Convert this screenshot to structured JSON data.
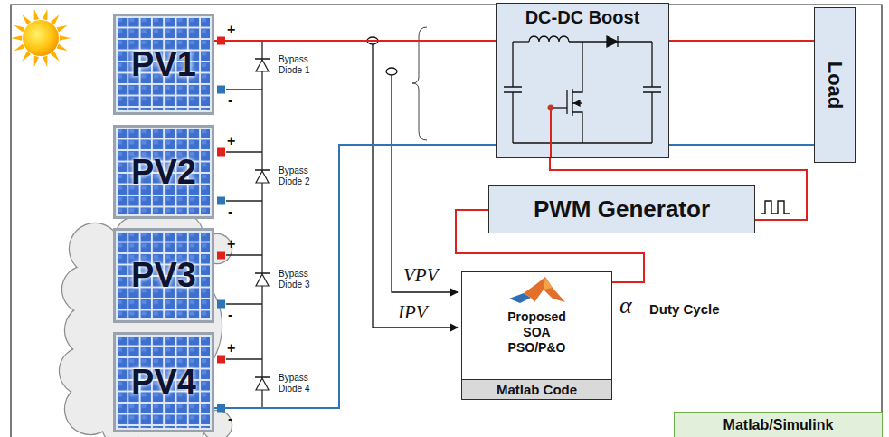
{
  "diagram": {
    "nodes": [
      {
        "text": [
          "PV1"
        ]
      },
      {
        "text": [
          "PV2"
        ]
      },
      {
        "text": [
          "PV3"
        ]
      },
      {
        "text": [
          "PV4"
        ]
      },
      {
        "text": [
          "DC-DC Boost"
        ]
      },
      {
        "text": [
          "Load"
        ]
      },
      {
        "text": [
          "PWM Generator"
        ]
      },
      {
        "text": [
          "Proposed SOA PSO/P&O",
          "Matlab Code"
        ]
      },
      {
        "text": [
          "Matlab/Simulink"
        ]
      }
    ],
    "edges": [
      {
        "from": 0,
        "to": 4,
        "arrow": "none"
      },
      {
        "from": 3,
        "to": 4,
        "arrow": "none"
      },
      {
        "from": 4,
        "to": 5,
        "arrow": "none"
      },
      {
        "from": 4,
        "to": 5,
        "arrow": "none"
      },
      {
        "from": 6,
        "to": 4,
        "arrow": "none"
      },
      {
        "from": 7,
        "to": 6,
        "arrow": "none"
      }
    ],
    "labels": [
      "+",
      "-",
      "+",
      "-",
      "+",
      "-",
      "+",
      "-",
      "Bypass Diode 1",
      "Bypass Diode 2",
      "Bypass Diode 3",
      "Bypass Diode 4",
      "VPV",
      "IPV",
      "α",
      "Duty Cycle"
    ]
  }
}
